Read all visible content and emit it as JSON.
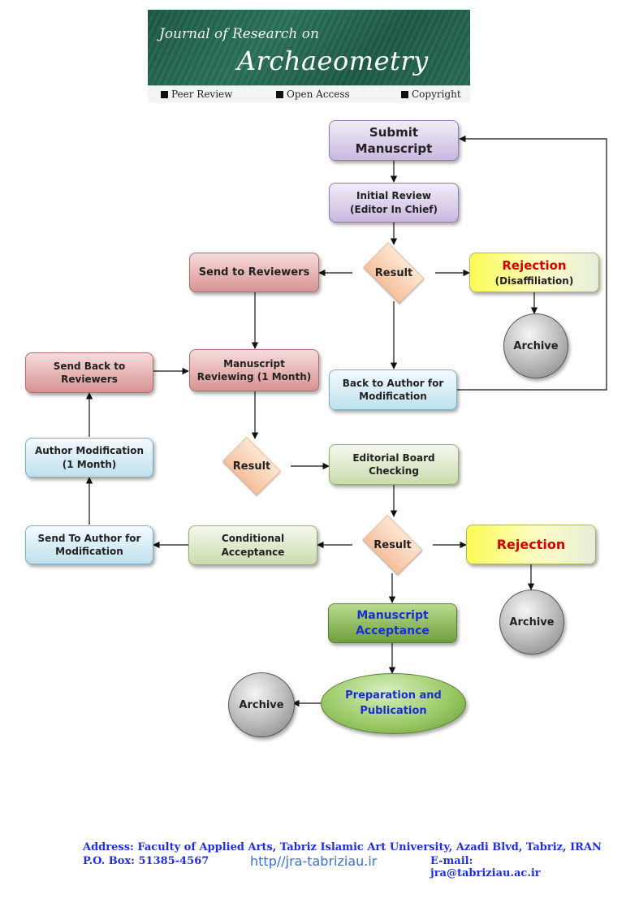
{
  "header": {
    "line1": "Journal of Research on",
    "line2": "Archaeometry",
    "tags": [
      "Peer Review",
      "Open Access",
      "Copyright"
    ]
  },
  "nodes": {
    "submit": [
      "Submit",
      "Manuscript"
    ],
    "initial_review": [
      "Initial Review",
      "(Editor In Chief)"
    ],
    "result1": "Result",
    "send_to_reviewers": "Send to Reviewers",
    "rejection1": [
      "Rejection",
      "(Disaffiliation)"
    ],
    "archive1": "Archive",
    "send_back_to_reviewers": [
      "Send Back to",
      "Reviewers"
    ],
    "manuscript_reviewing": [
      "Manuscript",
      "Reviewing (1 Month)"
    ],
    "back_to_author": [
      "Back to Author for",
      "Modification"
    ],
    "author_modification": [
      "Author Modification",
      "(1 Month)"
    ],
    "result2": "Result",
    "editorial_board": [
      "Editorial Board",
      "Checking"
    ],
    "send_to_author": [
      "Send To Author for",
      "Modification"
    ],
    "conditional_acceptance": [
      "Conditional",
      "Acceptance"
    ],
    "result3": "Result",
    "rejection2": "Rejection",
    "manuscript_acceptance": [
      "Manuscript",
      "Acceptance"
    ],
    "archive2": "Archive",
    "preparation": [
      "Preparation and",
      "Publication"
    ],
    "archive3": "Archive"
  },
  "colors": {
    "rejection_text": "#d40000",
    "acceptance_text": "#1a2fd0",
    "footer_text": "#1f2fe0",
    "banner": "#1f5c48"
  },
  "footer": {
    "address": "Address: Faculty of Applied Arts, Tabriz Islamic Art University, Azadi Blvd, Tabriz, IRAN",
    "pobox": "P.O. Box: 51385-4567",
    "website": "http//jra-tabriziau.ir",
    "email": "E-mail: jra@tabriziau.ac.ir"
  }
}
